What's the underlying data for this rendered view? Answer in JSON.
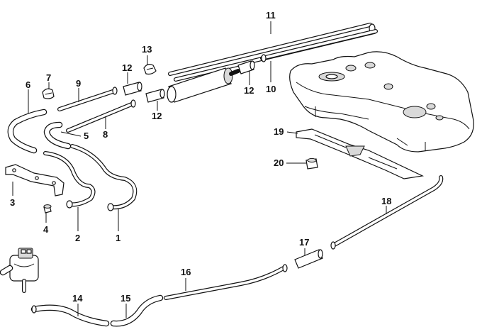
{
  "callouts": [
    {
      "id": "p1",
      "text": "1"
    },
    {
      "id": "p2",
      "text": "2"
    },
    {
      "id": "p3",
      "text": "3"
    },
    {
      "id": "p4",
      "text": "4"
    },
    {
      "id": "p5",
      "text": "5"
    },
    {
      "id": "p6",
      "text": "6"
    },
    {
      "id": "p7",
      "text": "7"
    },
    {
      "id": "p8",
      "text": "8"
    },
    {
      "id": "p9",
      "text": "9"
    },
    {
      "id": "p10",
      "text": "10"
    },
    {
      "id": "p11",
      "text": "11"
    },
    {
      "id": "p12a",
      "text": "12"
    },
    {
      "id": "p12b",
      "text": "12"
    },
    {
      "id": "p12c",
      "text": "12"
    },
    {
      "id": "p13",
      "text": "13"
    },
    {
      "id": "p14",
      "text": "14"
    },
    {
      "id": "p15",
      "text": "15"
    },
    {
      "id": "p16",
      "text": "16"
    },
    {
      "id": "p17",
      "text": "17"
    },
    {
      "id": "p18",
      "text": "18"
    },
    {
      "id": "p19",
      "text": "19"
    },
    {
      "id": "p20",
      "text": "20"
    }
  ]
}
